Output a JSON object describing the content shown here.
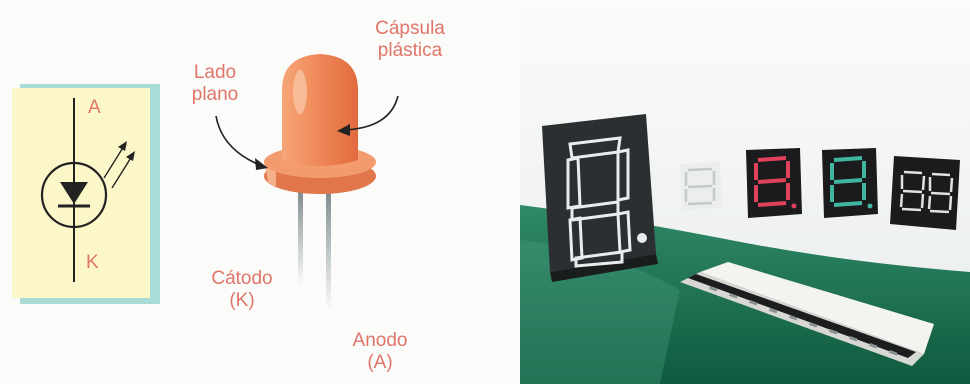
{
  "symbol": {
    "anode_letter": "A",
    "cathode_letter": "K"
  },
  "labels": {
    "capsula_line1": "Cápsula",
    "capsula_line2": "plástica",
    "lado_line1": "Lado",
    "lado_line2": "plano",
    "catodo_line1": "Cátodo",
    "catodo_line2": "(K)",
    "anodo_line1": "Anodo",
    "anodo_line2": "(A)"
  },
  "colors": {
    "label_red": "#e0756a",
    "symbol_panel": "#fbf7c8",
    "symbol_shadow": "#a9dcd6",
    "led_body": "#f08a5a",
    "table_green": "#1f7a5a",
    "display_red": "#e0405a",
    "display_green": "#3fb7a0"
  }
}
